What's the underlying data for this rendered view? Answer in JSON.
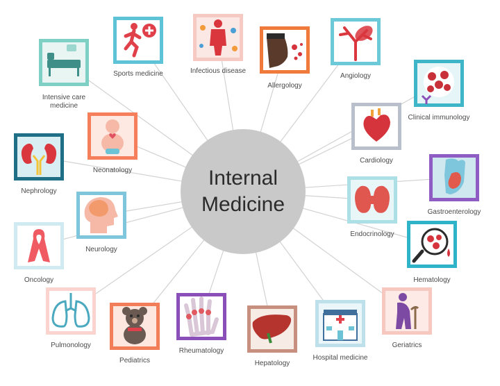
{
  "hub": {
    "line1": "Internal",
    "line2": "Medicine"
  },
  "colors": {
    "spoke": "#d2d2d2",
    "hub": "#c9c9c9",
    "text": "#4a4a4a"
  },
  "specialties": [
    {
      "id": "sports-medicine",
      "label": "Sports medicine",
      "icon": "runner-icon",
      "frame": "#5ec3d6",
      "inner": "#ffffff",
      "accent": "#e0404a"
    },
    {
      "id": "infectious-disease",
      "label": "Infectious disease",
      "icon": "virus-body-icon",
      "frame": "#f6c9c2",
      "inner": "#fbe7e3",
      "accent": "#d9363e"
    },
    {
      "id": "allergology",
      "label": "Allergology",
      "icon": "sneezing-face-icon",
      "frame": "#f07a3c",
      "inner": "#ffffff",
      "accent": "#5a3a2a"
    },
    {
      "id": "angiology",
      "label": "Angiology",
      "icon": "blood-vessel-icon",
      "frame": "#6cc9d8",
      "inner": "#ffffff",
      "accent": "#d9363e"
    },
    {
      "id": "intensive-care",
      "label": "Intensive care medicine",
      "line2": "",
      "icon": "hospital-bed-icon",
      "frame": "#7fd0c4",
      "inner": "#e9f5f3",
      "accent": "#3f8f88"
    },
    {
      "id": "clinical-immunology",
      "label": "Clinical immunology",
      "icon": "antibody-cells-icon",
      "frame": "#3fb6c8",
      "inner": "#e6f5f8",
      "accent": "#c8303a"
    },
    {
      "id": "neonatology",
      "label": "Neonatology",
      "icon": "baby-icon",
      "frame": "#f47f5a",
      "inner": "#fde9e2",
      "accent": "#e05060"
    },
    {
      "id": "cardiology",
      "label": "Cardiology",
      "icon": "heart-icon",
      "frame": "#b9c0cc",
      "inner": "#ffffff",
      "accent": "#d6343c"
    },
    {
      "id": "nephrology",
      "label": "Nephrology",
      "icon": "kidney-icon",
      "frame": "#1f6f86",
      "inner": "#d9eef2",
      "accent": "#d9363e"
    },
    {
      "id": "gastroenterology",
      "label": "Gastroenterology",
      "icon": "stomach-icon",
      "frame": "#8e5cc2",
      "inner": "#cfe8ef",
      "accent": "#e25a4c"
    },
    {
      "id": "neurology",
      "label": "Neurology",
      "icon": "brain-head-icon",
      "frame": "#7fc6dc",
      "inner": "#ffffff",
      "accent": "#f29a6b"
    },
    {
      "id": "endocrinology",
      "label": "Endocrinology",
      "icon": "thyroid-icon",
      "frame": "#ace0e6",
      "inner": "#e9f6f8",
      "accent": "#e0574f"
    },
    {
      "id": "oncology",
      "label": "Oncology",
      "icon": "ribbon-icon",
      "frame": "#cfeaf0",
      "inner": "#ffffff",
      "accent": "#ef5a63"
    },
    {
      "id": "hematology",
      "label": "Hematology",
      "icon": "blood-drop-magnifier-icon",
      "frame": "#2fb3c9",
      "inner": "#ffffff",
      "accent": "#d6343c"
    },
    {
      "id": "pulmonology",
      "label": "Pulmonology",
      "icon": "lungs-icon",
      "frame": "#fbd3cf",
      "inner": "#ffffff",
      "accent": "#4aa9bf"
    },
    {
      "id": "pediatrics",
      "label": "Pediatrics",
      "icon": "teddy-bear-icon",
      "frame": "#f27e59",
      "inner": "#fde7df",
      "accent": "#6a5a52"
    },
    {
      "id": "rheumatology",
      "label": "Rheumatology",
      "icon": "hand-joints-icon",
      "frame": "#8a4fb8",
      "inner": "#ffffff",
      "accent": "#e05a60"
    },
    {
      "id": "hepatology",
      "label": "Hepatology",
      "icon": "liver-icon",
      "frame": "#c78f7e",
      "inner": "#f7ebe5",
      "accent": "#b5342e"
    },
    {
      "id": "hospital-medicine",
      "label": "Hospital medicine",
      "icon": "hospital-building-icon",
      "frame": "#bde0ea",
      "inner": "#eaf6f9",
      "accent": "#3f6f9a"
    },
    {
      "id": "geriatrics",
      "label": "Geriatrics",
      "icon": "elderly-cane-icon",
      "frame": "#f6c8c0",
      "inner": "#fde9e6",
      "accent": "#7c4aa3"
    }
  ]
}
